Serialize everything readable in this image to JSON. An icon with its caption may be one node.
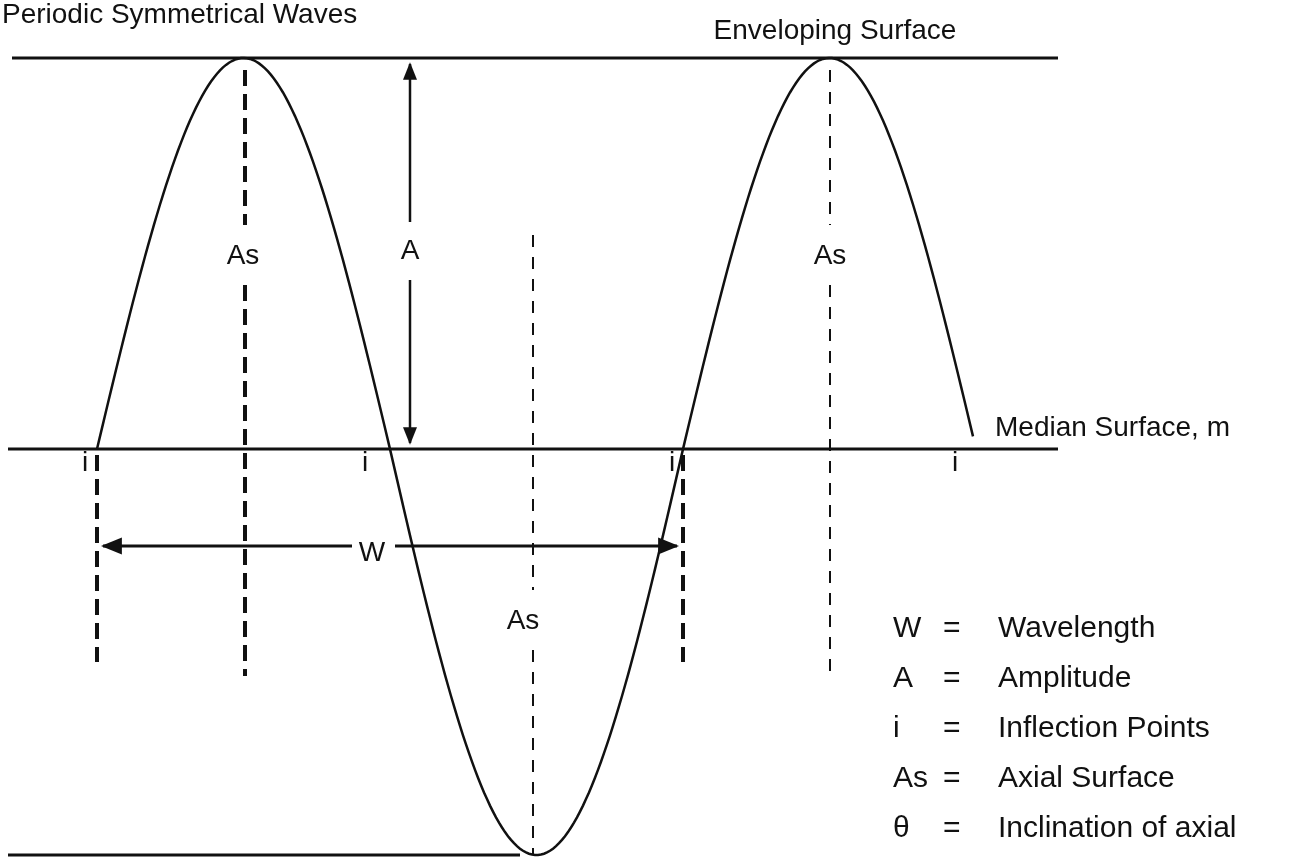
{
  "diagram": {
    "title": "Periodic Symmetrical Waves",
    "labels": [
      "Enveloping Surface",
      "As",
      "A",
      "As",
      "i",
      "i",
      "i",
      "i",
      "Median Surface, m",
      "W",
      "As",
      "W",
      "=",
      "Wavelength",
      "A",
      "=",
      "Amplitude",
      "i",
      "=",
      "Inflection Points",
      "As",
      "=",
      "Axial Surface",
      "θ",
      "=",
      "Inclination of axial"
    ]
  }
}
